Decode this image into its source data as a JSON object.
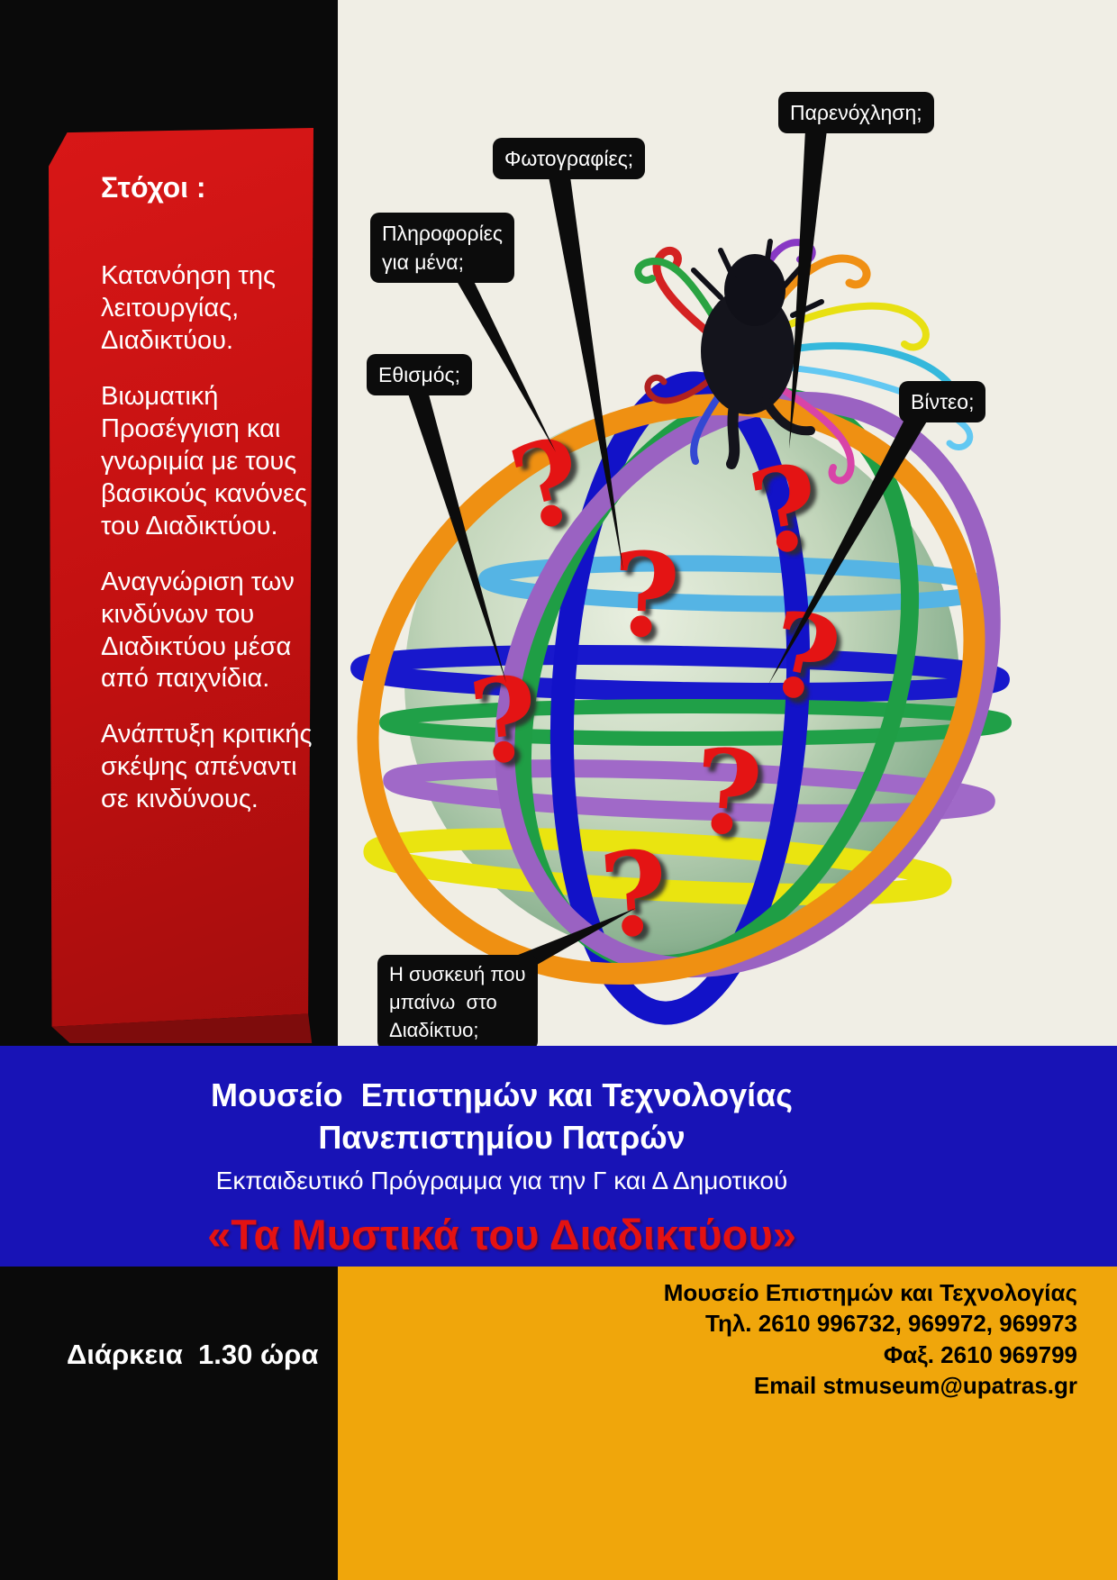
{
  "colors": {
    "background_black": "#0a0a0a",
    "background_cream": "#f0eee5",
    "red_panel": "#c11010",
    "blue_band": "#1813b6",
    "footer_orange": "#f0a60b",
    "question_mark_red": "#e41414",
    "callout_black": "#0c0c0c"
  },
  "goals": {
    "title": "Στόχοι :",
    "items": [
      "Κατανόηση της λειτουργίας, Διαδικτύου.",
      "Βιωματική Προσέγγιση και γνωριμία με τους βασικούς κανόνες του Διαδικτύου.",
      "Αναγνώριση των  κινδύνων του Διαδικτύου μέσα από παιχνίδια.",
      "Ανάπτυξη κριτικής σκέψης απέναντι σε κινδύνους."
    ]
  },
  "callouts": {
    "harassment": {
      "lines": [
        "Παρενόχληση;"
      ]
    },
    "photos": {
      "lines": [
        "Φωτογραφίες;"
      ]
    },
    "personal_info": {
      "lines": [
        "Πληροφορίες",
        "για μένα;"
      ]
    },
    "addiction": {
      "lines": [
        "Εθισμός;"
      ]
    },
    "video": {
      "lines": [
        "Βίντεο;"
      ]
    },
    "device": {
      "lines": [
        "Η συσκευή που",
        "μπαίνω  στο",
        "Διαδίκτυο;"
      ]
    }
  },
  "globe": {
    "question_mark": "?"
  },
  "banner": {
    "line1": "Μουσείο  Επιστημών και Τεχνολογίας",
    "line2": "Πανεπιστημίου Πατρών",
    "line3": "Εκπαιδευτικό Πρόγραμμα για την Γ και Δ Δημοτικού",
    "title": "«Τα Μυστικά του Διαδικτύου»"
  },
  "footer": {
    "duration": "Διάρκεια  1.30 ώρα",
    "contact": [
      "Μουσείο Επιστημών και Τεχνολογίας",
      "Τηλ. 2610 996732, 969972, 969973",
      "Φαξ. 2610 969799",
      "Email stmuseum@upatras.gr"
    ]
  }
}
